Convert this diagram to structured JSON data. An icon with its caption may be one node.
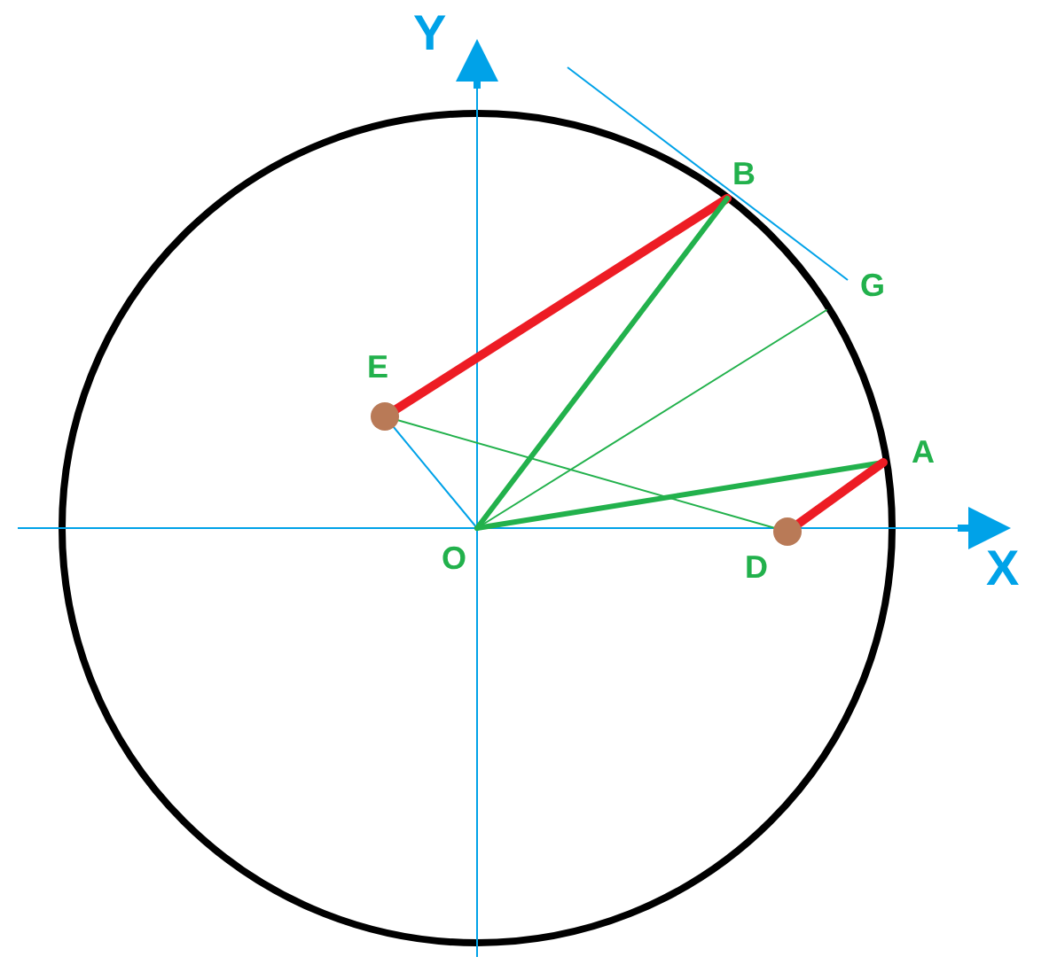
{
  "diagram": {
    "nodes": [
      {
        "text": [
          "B"
        ]
      },
      {
        "text": [
          "G"
        ]
      },
      {
        "text": [
          "E"
        ]
      },
      {
        "text": [
          "A"
        ]
      },
      {
        "text": [
          "O"
        ]
      },
      {
        "text": [
          "D"
        ]
      }
    ],
    "edges": [
      {
        "from": 2,
        "to": 0,
        "arrow": "none",
        "color": "#ed1c24"
      },
      {
        "from": 4,
        "to": 0,
        "arrow": "none"
      },
      {
        "from": 4,
        "to": 1,
        "arrow": "none"
      },
      {
        "from": 2,
        "to": 5,
        "arrow": "none"
      },
      {
        "from": 2,
        "to": 4,
        "arrow": "none",
        "color": "#00a2e8"
      },
      {
        "from": 4,
        "to": 3,
        "arrow": "none"
      },
      {
        "from": 5,
        "to": 3,
        "arrow": "none",
        "color": "#ed1c24"
      }
    ],
    "labels": [
      "Y",
      "X"
    ]
  }
}
